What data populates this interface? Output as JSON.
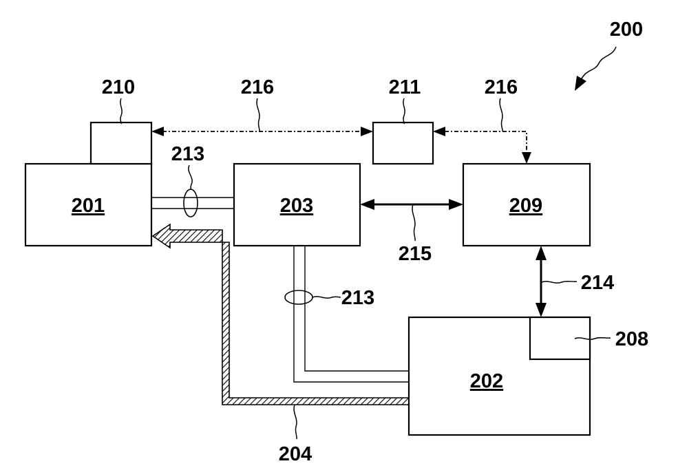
{
  "diagram": {
    "figure_number": "200",
    "blocks": {
      "b201": "201",
      "b202": "202",
      "b203": "203",
      "b209": "209",
      "b210": "210",
      "b211": "211",
      "b208": "208"
    },
    "connections": {
      "l204": "204",
      "l213a": "213",
      "l213b": "213",
      "l214": "214",
      "l215": "215",
      "l216a": "216",
      "l216b": "216"
    }
  }
}
